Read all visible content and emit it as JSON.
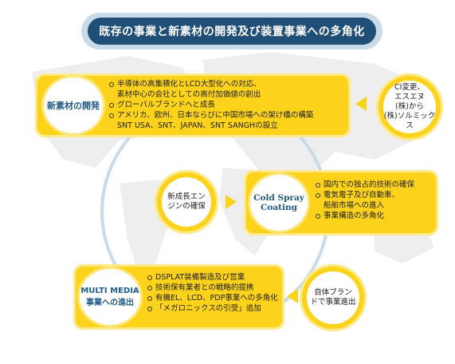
{
  "title": "既存の事業と新素材の開発及び装置事業への多角化",
  "colors": {
    "accent": "#fcd21a",
    "navy": "#1f4e77",
    "label_blue": "#1e5a86"
  },
  "nodes": {
    "new_material": {
      "label": "新素材の開発",
      "bullets": [
        "半導体の高集積化とLCD大型化への対応、",
        "素材中心の会社としての高付加価値の創出",
        "グローバルブランドへと成長",
        "アメリカ、欧州、日本ならびに中国市場への架け橋の構築",
        "SNT USA、SNT、JAPAN、SNT SANGHの設立"
      ]
    },
    "cold_spray": {
      "label_line1": "Cold Spray",
      "label_line2": "Coating",
      "bullets": [
        "国内での独占的技術の確保",
        "電気電子及び自動車、",
        "船舶市場への進入",
        "事業構造の多角化"
      ]
    },
    "multimedia": {
      "label_line1": "MULTI MEDIA",
      "label_line2": "事業への進出",
      "bullets": [
        "DSPLAT装備製造及び営業",
        "技術保有業者との戦略的提携",
        "有機EL、LCD、PDP事業への多角化",
        "「メガロニックスの引受」追加"
      ]
    }
  },
  "side": {
    "ci": "CI変更、\nエスエヌ\n(株)から\n(株)ソルミックス",
    "growth": "新成長エン\nジンの確保",
    "brand": "自体ブラン\nドで事業進出"
  }
}
